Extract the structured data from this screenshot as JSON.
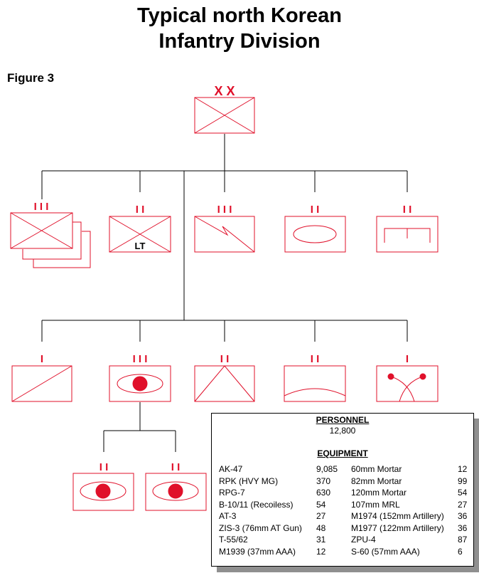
{
  "title_line1": "Typical north Korean",
  "title_line2": "Infantry Division",
  "figure_label": "Figure 3",
  "colors": {
    "symbol": "#e0102a",
    "line": "#000000",
    "shadow": "#8f8f8f"
  },
  "units": {
    "division": {
      "echelon": "X X"
    },
    "regiment_stack": {
      "echelon": "I I I"
    },
    "light_battalion": {
      "echelon": "I I",
      "label": "LT"
    },
    "armor_regiment": {
      "echelon": "I I I"
    },
    "recon_battalion": {
      "echelon": "I I"
    },
    "engineer_battalion": {
      "echelon": "I I"
    },
    "signal_company": {
      "echelon": "I"
    },
    "artillery_regiment": {
      "echelon": "I I I"
    },
    "antitank_battalion": {
      "echelon": "I I"
    },
    "air_defense_battalion": {
      "echelon": "I I"
    },
    "chemical_company": {
      "echelon": "I"
    },
    "artillery_battalion_1": {
      "echelon": "I I"
    },
    "artillery_battalion_2": {
      "echelon": "I I"
    }
  },
  "panel": {
    "personnel_heading": "PERSONNEL",
    "personnel_value": "12,800",
    "equipment_heading": "EQUIPMENT",
    "equipment": [
      {
        "left_name": "AK-47",
        "left_qty": "9,085",
        "right_name": "60mm Mortar",
        "right_qty": "12"
      },
      {
        "left_name": "RPK (HVY MG)",
        "left_qty": "370",
        "right_name": "82mm Mortar",
        "right_qty": "99"
      },
      {
        "left_name": "RPG-7",
        "left_qty": "630",
        "right_name": "120mm Mortar",
        "right_qty": "54"
      },
      {
        "left_name": "B-10/11 (Recoiless)",
        "left_qty": "54",
        "right_name": "107mm MRL",
        "right_qty": "27"
      },
      {
        "left_name": "AT-3",
        "left_qty": "27",
        "right_name": "M1974 (152mm Artillery)",
        "right_qty": "36"
      },
      {
        "left_name": "ZIS-3 (76mm AT Gun)",
        "left_qty": "48",
        "right_name": "M1977 (122mm Artillery)",
        "right_qty": "36"
      },
      {
        "left_name": "T-55/62",
        "left_qty": "31",
        "right_name": "ZPU-4",
        "right_qty": "87"
      },
      {
        "left_name": "M1939 (37mm AAA)",
        "left_qty": "12",
        "right_name": "S-60 (57mm AAA)",
        "right_qty": "6"
      }
    ]
  }
}
